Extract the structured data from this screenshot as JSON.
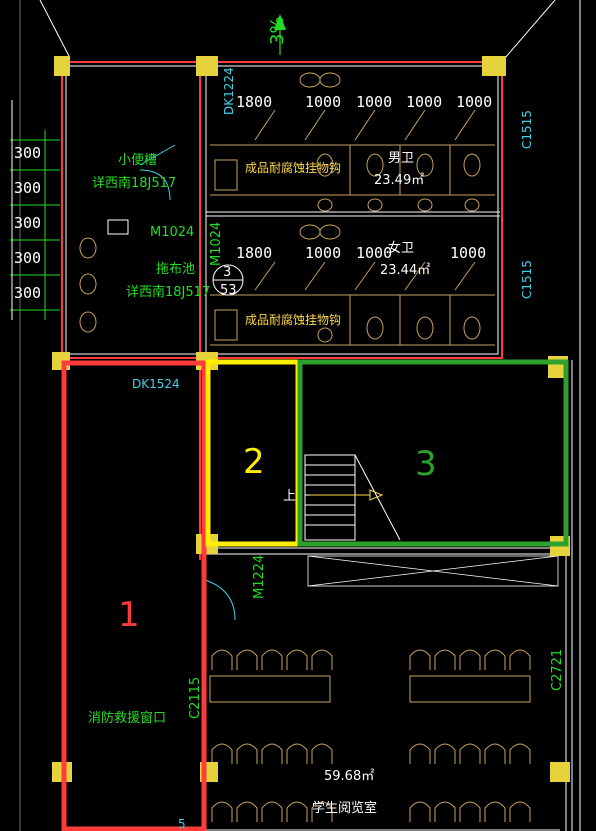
{
  "slope_label": "3%",
  "dims_top": [
    "1800",
    "1000",
    "1000",
    "1000",
    "1000"
  ],
  "dims_mid": [
    "1800",
    "1000",
    "1000",
    "1000"
  ],
  "dims_left": [
    "300",
    "300",
    "300",
    "300",
    "300"
  ],
  "labels": {
    "urinal_trough": "小便槽",
    "detail_ref_1": "详西南18J517",
    "door_m1024": "M1024",
    "door_m1024_v": "M1024",
    "mop_pool": "拖布池",
    "detail_ref_2": "详西南18J517",
    "section_num": "3",
    "section_sheet": "53",
    "finished_hooks_1": "成品耐腐蚀挂物钩",
    "finished_hooks_2": "成品耐腐蚀挂物钩",
    "male_wc": "男卫",
    "male_area": "23.49㎡",
    "female_wc": "女卫",
    "female_area": "23.44㎡",
    "door_dk1224": "DK1224",
    "window_c1515_a": "C1515",
    "window_c1515_b": "C1515",
    "door_dk1524": "DK1524",
    "door_m1224": "M1224",
    "window_c2115": "C2115",
    "window_c2721": "C2721",
    "fire_rescue_window": "消防救援窗口",
    "stair_up": "上",
    "reading_area": "59.68㎡",
    "reading_room": "学生阅览室",
    "edge_num": "5"
  },
  "regions": [
    {
      "num": "1",
      "color": "#ff3b3b"
    },
    {
      "num": "2",
      "color": "#ffee00"
    },
    {
      "num": "3",
      "color": "#2ea02e"
    }
  ]
}
